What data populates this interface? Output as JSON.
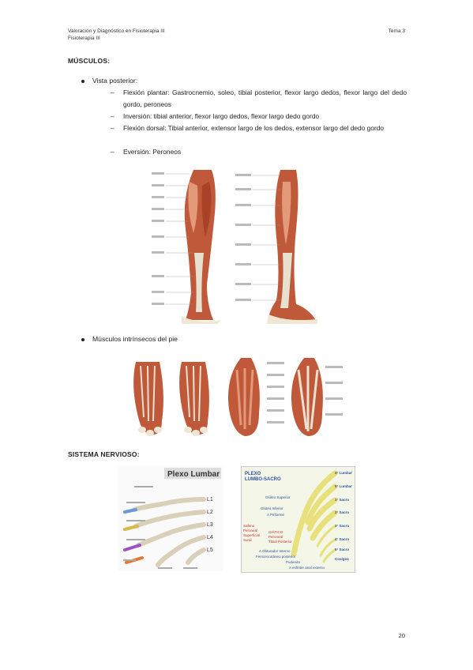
{
  "header": {
    "course": "Valoración y Diagnóstico en Fisioterapia III",
    "subject": "Fisioterapia III",
    "unit": "Tema 3"
  },
  "muscles": {
    "title": "MÚSCULOS:",
    "bullet1": "Vista posterior:",
    "items": [
      "Flexión plantar: Gastrocnemio, soleo, tibial posterior, flexor largo dedos, flexor largo del dedo gordo, peroneos",
      "Inversión: tibial anterior, flexor largo dedos, flexor largo dedo gordo",
      "Flexión dorsal: Tibial anterior, extensor largo de los dedos, extensor largo del dedo gordo",
      "Eversión: Peroneos"
    ],
    "bullet2": "Músculos intrínsecos del pie"
  },
  "nervous": {
    "title": "SISTEMA NERVIOSO:",
    "lumbar_title": "Plexo Lumbar",
    "lumbar_levels": [
      "L1",
      "L2",
      "L3",
      "L4",
      "L5"
    ],
    "sacral_title_1": "PLEXO",
    "sacral_title_2": "LUMBO-SACRO",
    "sacral_levels": [
      "4° Lumbar",
      "5° Lumbar",
      "1° Sacro",
      "2° Sacro",
      "3° Sacro",
      "4° Sacro",
      "5° Sacro",
      "Coxígeo"
    ],
    "sacral_labels": [
      "Glúteo Superior",
      "Glúteo Inferior",
      "A Piriforme",
      "CIÁTICO",
      "Peroneal",
      "Tibial Posterior",
      "A Obturador Interno",
      "Femorocutáneo posterior",
      "Pudendo",
      "A esfínter anal externo"
    ],
    "sacral_labels_red": [
      "Safeno",
      "Peroneal",
      "Superficial",
      "Sural"
    ]
  },
  "page_number": "20",
  "colors": {
    "muscle": "#c0583a",
    "muscle_light": "#e29a78",
    "tendon": "#e9e1cf",
    "bone": "#efe6d3",
    "nerve_yellow": "#e8e07a",
    "nerve_bg": "#f4f7e8"
  }
}
